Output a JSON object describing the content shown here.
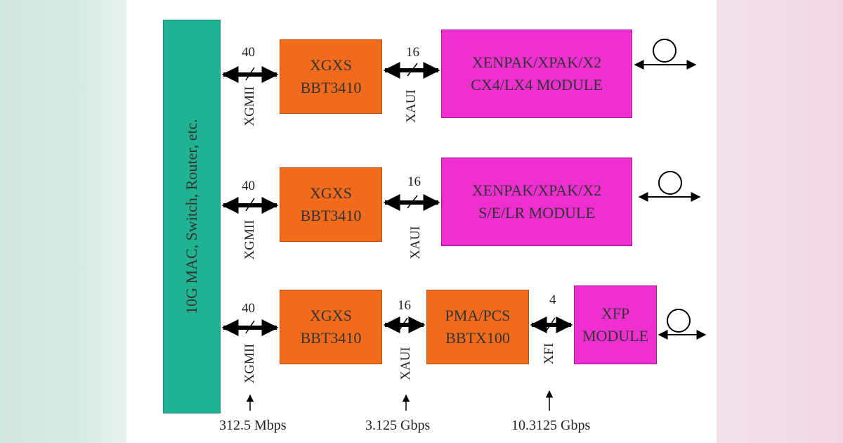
{
  "mac": {
    "label": "10G MAC, Switch, Router, etc."
  },
  "rows": [
    {
      "bus_width": "40",
      "bus_name": "XGMII",
      "xgxs": {
        "line1": "XGXS",
        "line2": "BBT3410"
      },
      "link_width": "16",
      "link_name": "XAUI",
      "module": {
        "line1": "XENPAK/XPAK/X2",
        "line2": "CX4/LX4 MODULE"
      }
    },
    {
      "bus_width": "40",
      "bus_name": "XGMII",
      "xgxs": {
        "line1": "XGXS",
        "line2": "BBT3410"
      },
      "link_width": "16",
      "link_name": "XAUI",
      "module": {
        "line1": "XENPAK/XPAK/X2",
        "line2": "S/E/LR MODULE"
      }
    },
    {
      "bus_width": "40",
      "bus_name": "XGMII",
      "xgxs": {
        "line1": "XGXS",
        "line2": "BBT3410"
      },
      "link_width": "16",
      "link_name": "XAUI",
      "pma": {
        "line1": "PMA/PCS",
        "line2": "BBTX100"
      },
      "xfi_width": "4",
      "xfi_name": "XFI",
      "module": {
        "line1": "XFP",
        "line2": "MODULE"
      }
    }
  ],
  "rates": {
    "xgmii": "312.5 Mbps",
    "xaui": "3.125 Gbps",
    "xfi": "10.3125 Gbps"
  },
  "colors": {
    "mac": "#1fb394",
    "xgxs": "#f26b1d",
    "module": "#ef2fcf"
  }
}
